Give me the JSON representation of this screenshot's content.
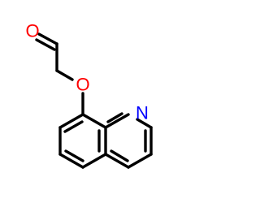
{
  "molecule": {
    "atoms": [
      {
        "id": "O1",
        "element": "O",
        "label": "O",
        "color": "#ff0000"
      },
      {
        "id": "O2",
        "element": "O",
        "label": "O",
        "color": "#ff0000"
      },
      {
        "id": "N1",
        "element": "N",
        "label": "N",
        "color": "#0000ff"
      }
    ],
    "bond_color": "#000000"
  }
}
